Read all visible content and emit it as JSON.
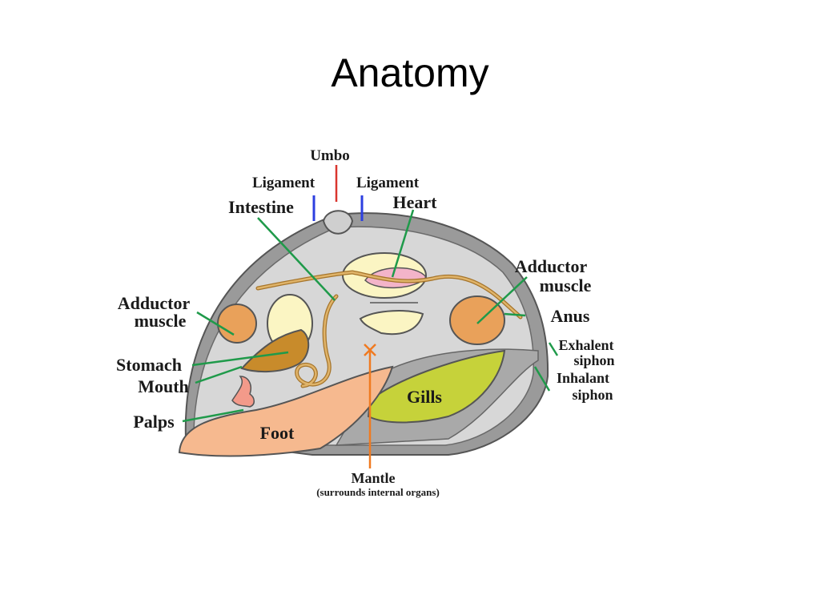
{
  "title": "Anatomy",
  "labels": {
    "umbo": "Umbo",
    "ligament_left": "Ligament",
    "ligament_right": "Ligament",
    "intestine": "Intestine",
    "heart": "Heart",
    "adductor_right_1": "Adductor",
    "adductor_right_2": "muscle",
    "adductor_left_1": "Adductor",
    "adductor_left_2": "muscle",
    "anus": "Anus",
    "exhalent_1": "Exhalent",
    "exhalent_2": "siphon",
    "inhalant_1": "Inhalant",
    "inhalant_2": "siphon",
    "stomach": "Stomach",
    "mouth": "Mouth",
    "palps": "Palps",
    "foot": "Foot",
    "gills": "Gills",
    "mantle": "Mantle",
    "mantle_note": "(surrounds internal organs)"
  },
  "colors": {
    "leader_green": "#1f9a4a",
    "umbo_red": "#d9352e",
    "ligament_blue": "#2c3fe0",
    "mantle_orange": "#f07a20",
    "shell_gray": "#9a9a9a",
    "interior_gray": "#d7d7d7",
    "foot_peach": "#f6b98f",
    "gills_green": "#c6d23a",
    "muscle_orange": "#e9a15a",
    "stomach_brown": "#c88b2b",
    "heart_pink": "#f3b4c9",
    "cream": "#fbf5c3"
  }
}
